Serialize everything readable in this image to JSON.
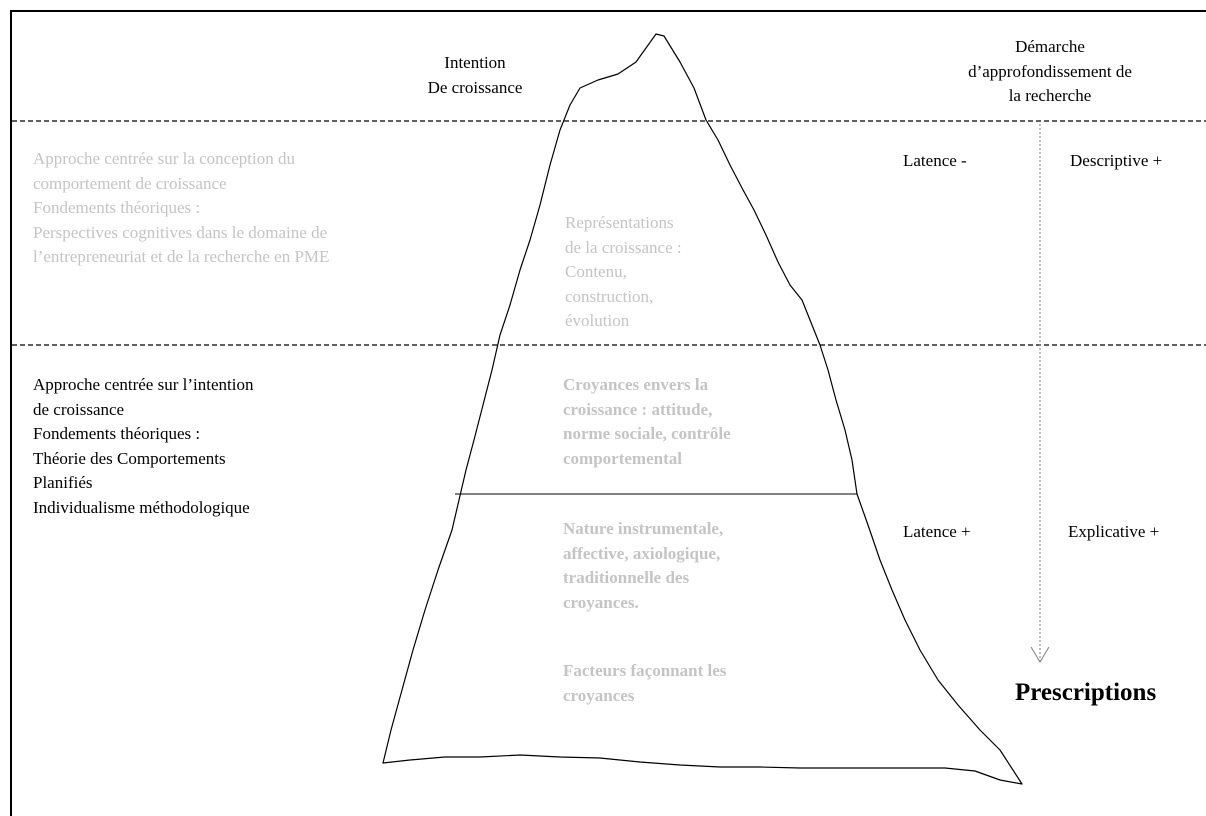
{
  "header": {
    "intention_lines": [
      "Intention",
      "De croissance"
    ],
    "demarche_lines": [
      "Démarche",
      "d’approfondissement de",
      "la recherche"
    ]
  },
  "left": {
    "cognitive_lines": [
      "Approche centrée sur la conception du",
      "comportement de croissance",
      "Fondements théoriques :",
      "Perspectives cognitives dans le domaine de",
      "l’entrepreneuriat et de la recherche en PME"
    ],
    "intention_lines": [
      "Approche centrée sur l’intention",
      "de croissance",
      "Fondements théoriques :",
      "Théorie des Comportements",
      "Planifiés",
      "Individualisme méthodologique"
    ]
  },
  "iceberg": {
    "representations_lines": [
      "Représentations",
      "de la croissance :",
      "Contenu,",
      "construction,",
      "évolution"
    ],
    "croyances_lines": [
      "Croyances envers la",
      "croissance : attitude,",
      "norme sociale, contrôle",
      "comportemental"
    ],
    "nature_lines": [
      "Nature instrumentale,",
      "affective, axiologique,",
      "traditionnelle des",
      "croyances."
    ],
    "facteurs_lines": [
      "Facteurs façonnant les",
      "croyances"
    ]
  },
  "right": {
    "latence_minus": "Latence -",
    "descriptive_plus": "Descriptive +",
    "latence_plus": "Latence +",
    "explicative_plus": "Explicative +",
    "prescriptions": "Prescriptions"
  },
  "colors": {
    "line": "#000000",
    "faded_text": "#c4c4c4",
    "arrow": "#888888"
  }
}
